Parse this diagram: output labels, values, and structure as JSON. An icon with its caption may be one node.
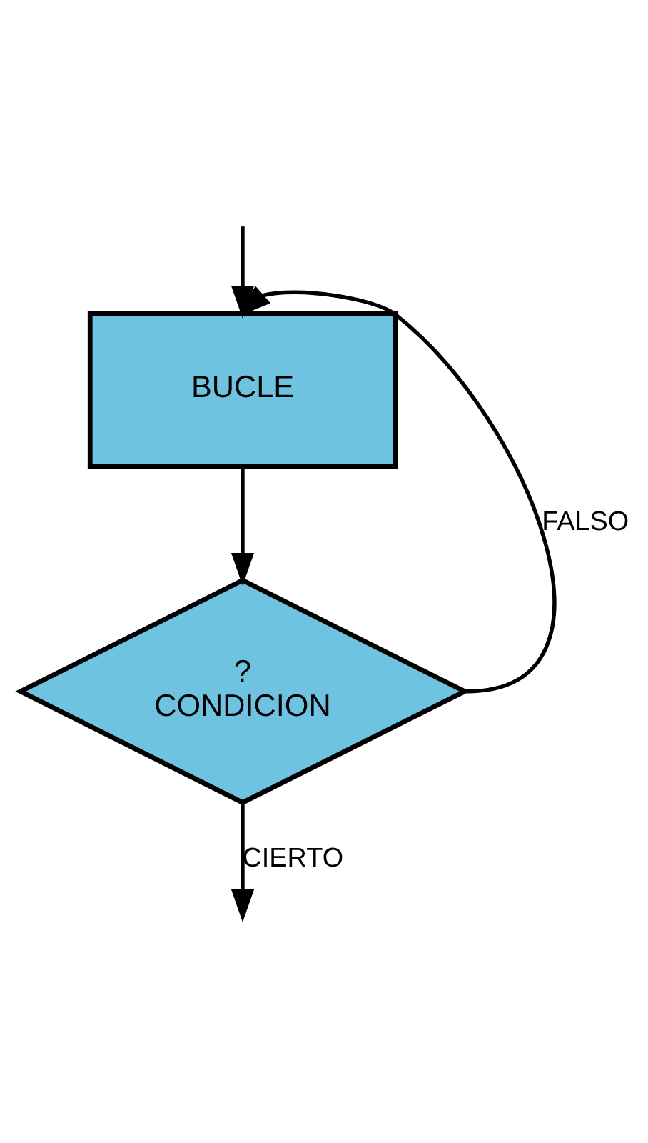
{
  "diagram": {
    "nodes": [
      {
        "text": [
          "BUCLE"
        ]
      },
      {
        "text": [
          "?",
          "CONDICION"
        ]
      }
    ],
    "edges": [
      {
        "from": null,
        "to": 0,
        "arrow": "to"
      },
      {
        "from": 0,
        "to": 1,
        "arrow": "to"
      },
      {
        "from": 1,
        "to": 0,
        "arrow": "to",
        "label": "FALSO"
      },
      {
        "from": 1,
        "to": null,
        "arrow": "to",
        "label": "CIERTO"
      }
    ]
  }
}
